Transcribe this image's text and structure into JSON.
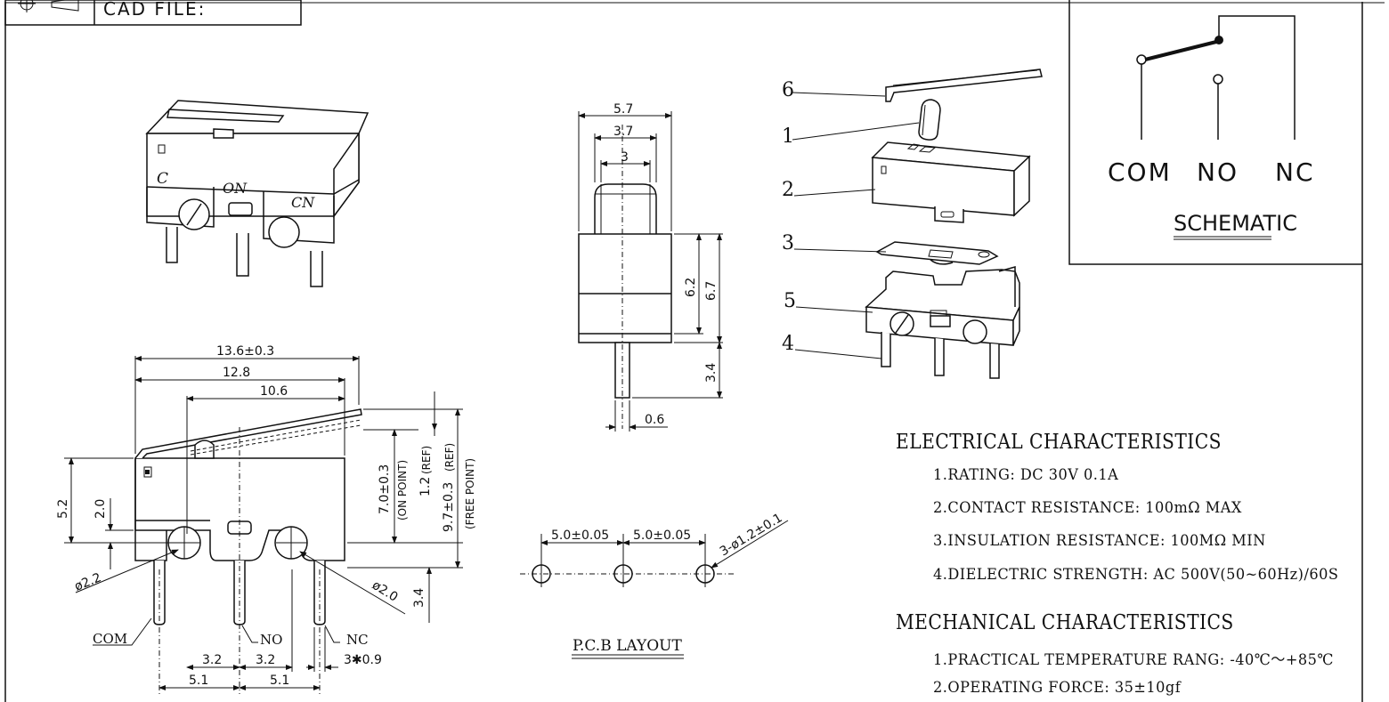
{
  "title_block": {
    "cad_file_label": "CAD FILE:"
  },
  "iso_view": {
    "labels": {
      "c": "C",
      "on": "ON",
      "cn": "CN"
    }
  },
  "front_view": {
    "dims": {
      "overall": "13.6±0.3",
      "body": "12.8",
      "lever_pivot": "10.6",
      "height_52": "5.2",
      "height_20": "2.0",
      "on_point": "7.0±0.3",
      "on_point_note": "(ON POINT)",
      "ref_12": "1.2",
      "ref_note": "(REF)",
      "free_point": "9.7±0.3",
      "free_ref": "(REF)",
      "free_point_note": "(FREE POINT)",
      "dia_22": "ø2.2",
      "dia_20": "ø2.0",
      "pin_34": "3.4",
      "pitch_32a": "3.2",
      "pitch_32b": "3.2",
      "pitch_51a": "5.1",
      "pitch_51b": "5.1",
      "pin_width": "3✱0.9"
    },
    "pins": {
      "com": "COM",
      "no": "NO",
      "nc": "NC"
    }
  },
  "side_view": {
    "dims": {
      "w57": "5.7",
      "w37": "3.7",
      "w3": "3",
      "h62": "6.2",
      "h67": "6.7",
      "h34": "3.4",
      "w06": "0.6"
    }
  },
  "pcb": {
    "pitch_a": "5.0±0.05",
    "pitch_b": "5.0±0.05",
    "holes": "3-ø1.2±0.1",
    "caption": "P.C.B LAYOUT"
  },
  "exploded": {
    "callouts": [
      "6",
      "1",
      "2",
      "3",
      "5",
      "4"
    ]
  },
  "schematic": {
    "com": "COM",
    "no": "NO",
    "nc": "NC",
    "caption": "SCHEMATIC"
  },
  "electrical": {
    "title": "ELECTRICAL CHARACTERISTICS",
    "items": [
      "1.RATING: DC 30V 0.1A",
      "2.CONTACT RESISTANCE: 100mΩ  MAX",
      "3.INSULATION RESISTANCE: 100MΩ  MIN",
      "4.DIELECTRIC STRENGTH: AC 500V(50~60Hz)/60S"
    ]
  },
  "mechanical": {
    "title": "MECHANICAL CHARACTERISTICS",
    "items": [
      "1.PRACTICAL TEMPERATURE RANG: -40℃～+85℃",
      "2.OPERATING FORCE: 35±10gf"
    ]
  }
}
